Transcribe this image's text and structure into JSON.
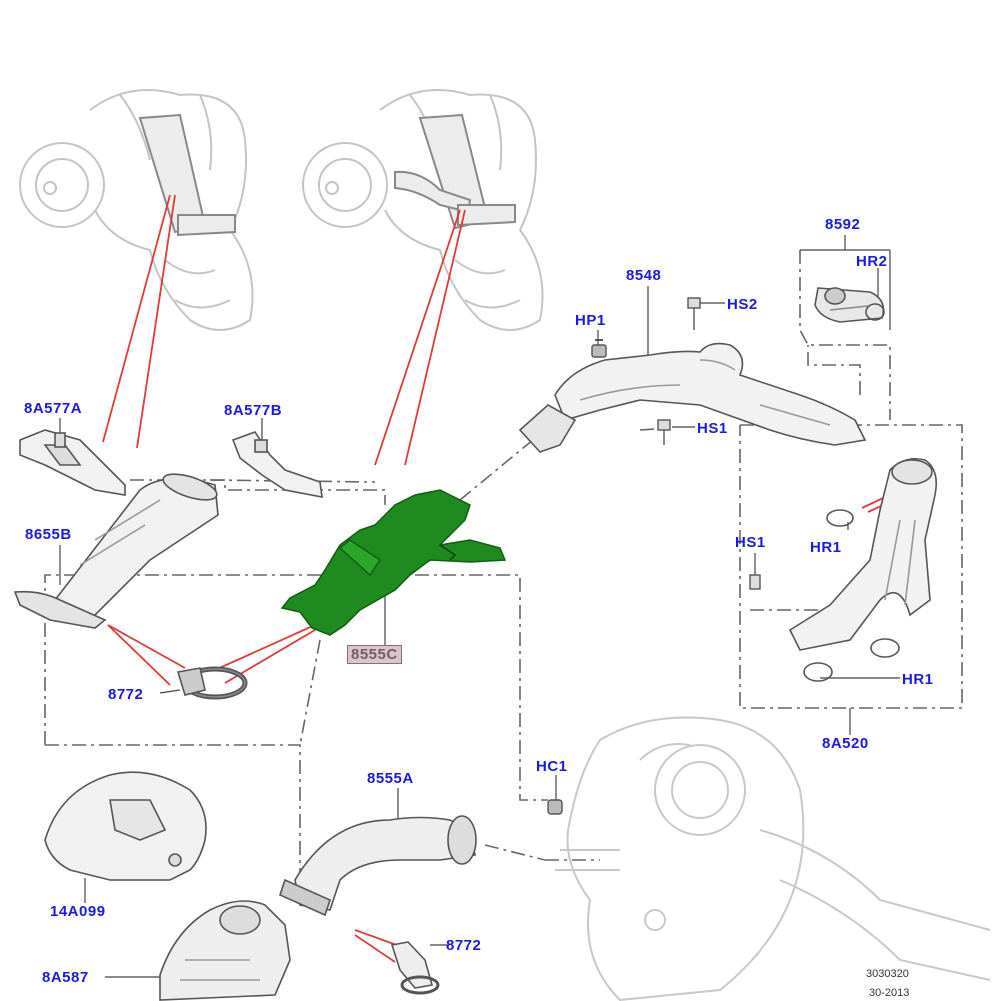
{
  "labels": {
    "l_8A577A": "8A577A",
    "l_8A577B": "8A577B",
    "l_8655B": "8655B",
    "l_8772_left": "8772",
    "l_8555C": "8555C",
    "l_HP1": "HP1",
    "l_8548": "8548",
    "l_HS2": "HS2",
    "l_HS1_top": "HS1",
    "l_8592": "8592",
    "l_HR2": "HR2",
    "l_HS1_right": "HS1",
    "l_HR1_top": "HR1",
    "l_HR1_bottom": "HR1",
    "l_8A520": "8A520",
    "l_HC1": "HC1",
    "l_8555A": "8555A",
    "l_14A099": "14A099",
    "l_8A587": "8A587",
    "l_8772_bottom": "8772"
  },
  "reference": {
    "number": "3030320",
    "date": "30-2013"
  },
  "colors": {
    "callout_text": "#1a1ae6",
    "highlight_part": "#1f8a1f",
    "leader_red": "#e23a3a",
    "outline": "#555555",
    "ghost": "#bdbdbd"
  }
}
